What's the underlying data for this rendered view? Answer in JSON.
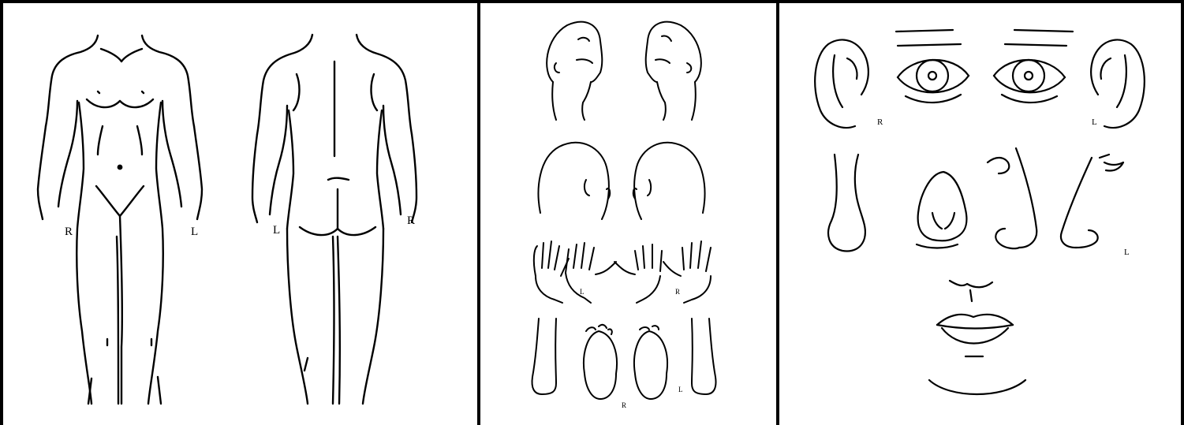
{
  "colors": {
    "ink": "#000000",
    "paper": "#ffffff"
  },
  "labels": {
    "body_front_right": "R",
    "body_front_left": "L",
    "body_back_left": "L",
    "body_back_right": "R",
    "palm_right": "L",
    "palm_left": "R",
    "foot_right": "R",
    "foot_left": "L",
    "ear_right": "R",
    "ear_left": "L",
    "nose_left": "L"
  }
}
